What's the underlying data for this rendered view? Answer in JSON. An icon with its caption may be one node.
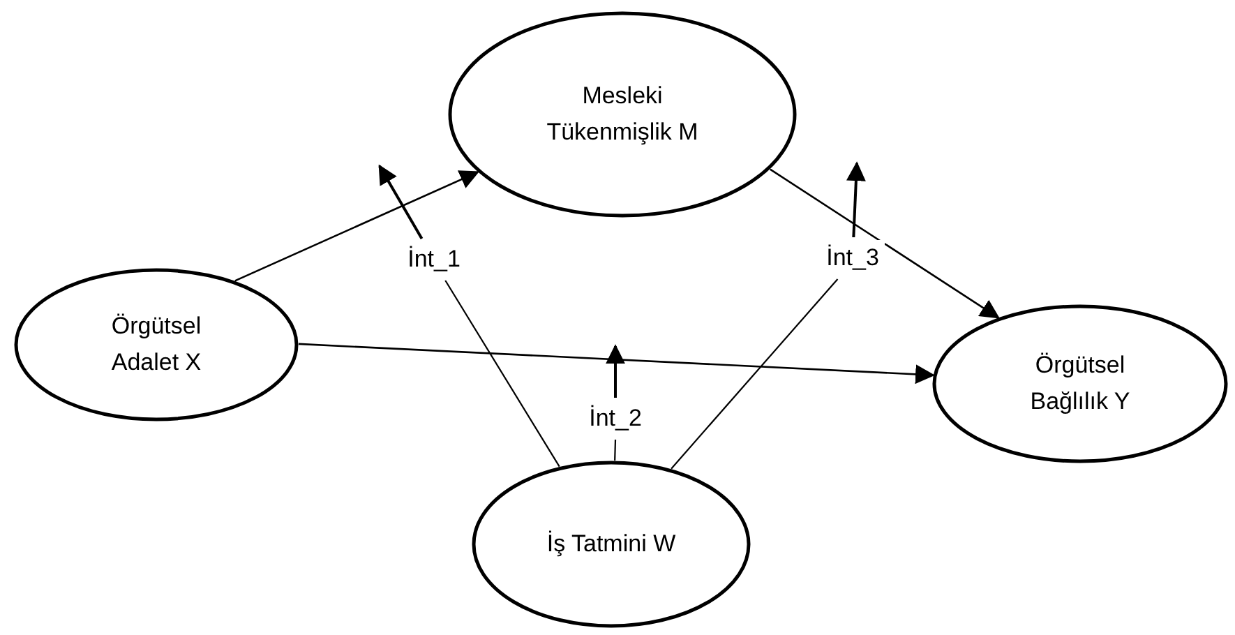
{
  "diagram": {
    "nodes": [
      {
        "text": [
          "Örgütsel Adalet X"
        ]
      },
      {
        "text": [
          "Mesleki Tükenmişlik M"
        ]
      },
      {
        "text": [
          "Örgütsel Bağlılık Y"
        ]
      },
      {
        "text": [
          "İş Tatmini W"
        ]
      },
      {
        "text": [
          "İnt_1"
        ]
      },
      {
        "text": [
          "İnt_2"
        ]
      },
      {
        "text": [
          "İnt_3"
        ]
      }
    ],
    "edges": [
      {
        "from": 0,
        "to": 1,
        "arrow": "to"
      },
      {
        "from": 0,
        "to": 2,
        "arrow": "to"
      },
      {
        "from": 1,
        "to": 2,
        "arrow": "to"
      },
      {
        "from": 3,
        "to": 4,
        "arrow": "none"
      },
      {
        "from": 3,
        "to": 5,
        "arrow": "none"
      },
      {
        "from": 3,
        "to": 6,
        "arrow": "none"
      },
      {
        "from": 4,
        "to": null,
        "arrow": "to"
      },
      {
        "from": 5,
        "to": null,
        "arrow": "to"
      },
      {
        "from": 6,
        "to": null,
        "arrow": "to"
      }
    ]
  }
}
